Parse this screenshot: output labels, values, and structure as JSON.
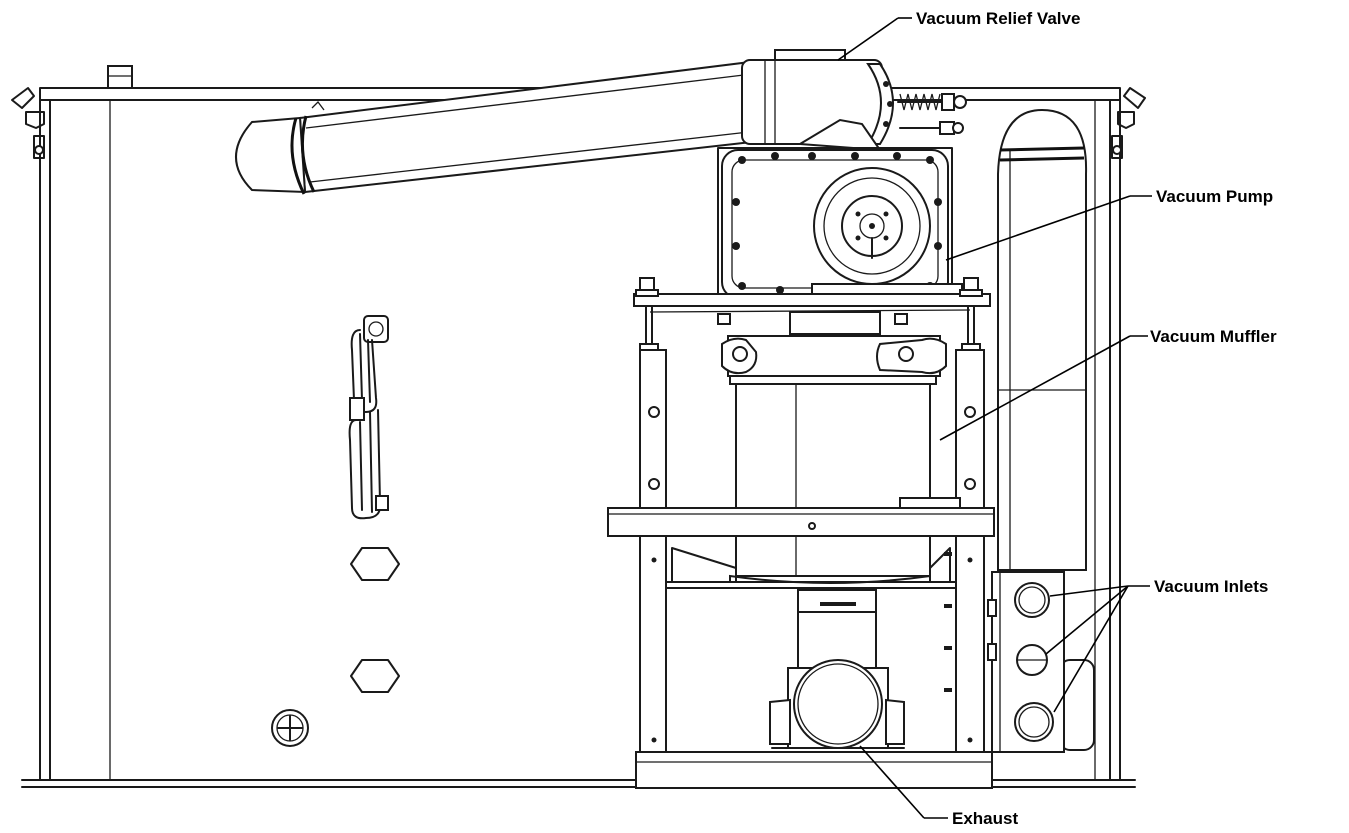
{
  "callouts": {
    "vacuum_relief_valve": "Vacuum Relief Valve",
    "vacuum_pump": "Vacuum Pump",
    "vacuum_muffler": "Vacuum Muffler",
    "vacuum_inlets": "Vacuum Inlets",
    "exhaust": "Exhaust"
  }
}
